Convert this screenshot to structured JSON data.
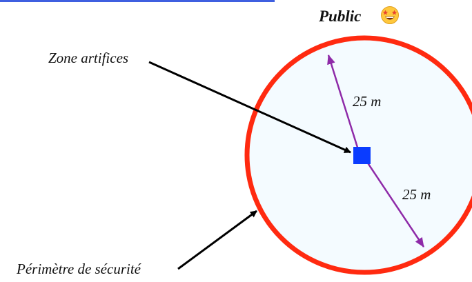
{
  "title": "Public",
  "title_emoji": "star-struck-emoji",
  "labels": {
    "zone": "Zone artifices",
    "perimeter": "Périmètre de sécurité",
    "radius_upper": "25 m",
    "radius_lower": "25 m"
  },
  "colors": {
    "perimeter_stroke": "#ff2a10",
    "zone_fill": "#f4fbff",
    "center_square": "#0a3cff",
    "radius_arrows": "#8e2aa8",
    "pointer_arrows": "#000000",
    "top_underline": "#3f5fe0"
  }
}
